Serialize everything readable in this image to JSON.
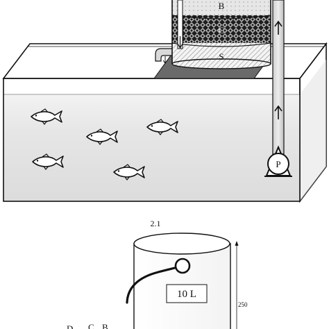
{
  "labels": {
    "layer_b": "B",
    "layer_c": "C",
    "layer_s": "S",
    "pump": "P",
    "figure_number": "2.1",
    "bucket_volume": "10 L",
    "height_dimension": "250",
    "bottom_label_d": "D",
    "bottom_label_c": "C",
    "bottom_label_b": "B"
  },
  "fish_count": 5
}
